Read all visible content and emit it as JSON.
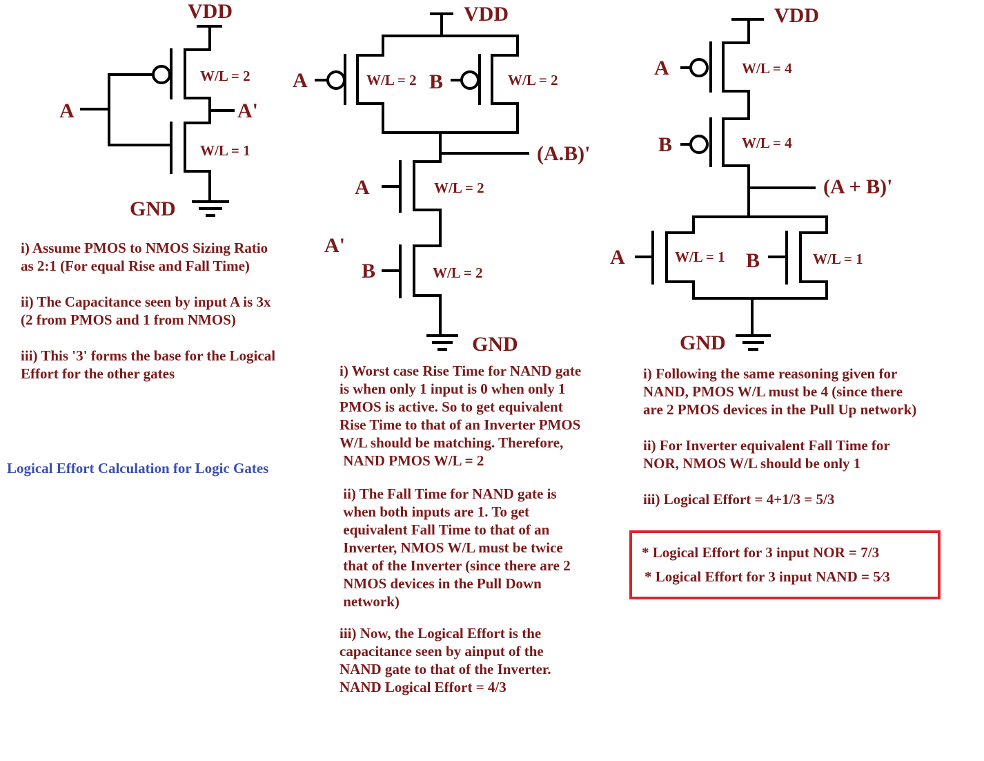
{
  "diagram": {
    "inverter": {
      "vdd": "VDD",
      "gnd": "GND",
      "input": "A",
      "output": "A'",
      "pmos_wl": "W/L = 2",
      "nmos_wl": "W/L = 1"
    },
    "nand": {
      "vdd": "VDD",
      "gnd": "GND",
      "pmos_a_input": "A",
      "pmos_b_input": "B",
      "pmos_a_wl": "W/L = 2",
      "pmos_b_wl": "W/L  = 2",
      "output": "(A.B)'",
      "nmos_a_input": "A",
      "nmos_b_input": "B",
      "nmos_a_wl": "W/L  = 2",
      "nmos_b_wl": "W/L  = 2",
      "stray_label": "A'"
    },
    "nor": {
      "vdd": "VDD",
      "gnd": "GND",
      "pmos_a_input": "A",
      "pmos_b_input": "B",
      "pmos_a_wl": "W/L = 4",
      "pmos_b_wl": "W/L = 4",
      "output": "(A + B)'",
      "nmos_a_input": "A",
      "nmos_b_input": "B",
      "nmos_a_wl": "W/L = 1",
      "nmos_b_wl": "W/L = 1"
    }
  },
  "notes": {
    "inverter": [
      "i) Assume PMOS to NMOS Sizing Ratio",
      "as 2:1 (For equal Rise and Fall Time)",
      "",
      "ii) The Capacitance seen by input A is 3x",
      "(2 from PMOS and 1 from NMOS)",
      "",
      "iii) This '3' forms the base for the Logical",
      "Effort for the other gates"
    ],
    "nand": [
      "i) Worst case Rise Time for NAND gate",
      "is when only 1 input is 0 when only 1",
      "PMOS is active. So to get equivalent",
      "Rise Time to that of an Inverter PMOS",
      "W/L should be matching. Therefore,",
      " NAND PMOS W/L = 2",
      "",
      " ii) The Fall Time for NAND gate is",
      " when both inputs are 1. To get",
      " equivalent Fall Time to that of an",
      " Inverter, NMOS W/L must be twice",
      " that of the Inverter (since there are 2",
      " NMOS devices in the Pull Down",
      " network)",
      "",
      "iii) Now, the Logical Effort is the",
      "capacitance seen by ainput of the",
      "NAND gate to that of the Inverter.",
      "NAND Logical Effort = 4/3"
    ],
    "nor": [
      "i) Following the same reasoning given for",
      "NAND, PMOS W/L must be 4 (since there",
      "are 2 PMOS devices in the Pull Up network)",
      "",
      "ii) For Inverter equivalent Fall Time for",
      "NOR, NMOS W/L should be only 1",
      "",
      "iii) Logical Effort = 4+1/3 = 5/3"
    ]
  },
  "caption": "Logical Effort Calculation for Logic Gates",
  "summary_box": {
    "line1": "* Logical Effort for 3 input NOR = 7/3",
    "line2": "* Logical Effort for 3 input NAND = 5⁄3"
  },
  "colors": {
    "text": "#7b1a1a",
    "caption": "#3a4fb0",
    "box_border": "#d9262b",
    "wire": "#000000"
  }
}
